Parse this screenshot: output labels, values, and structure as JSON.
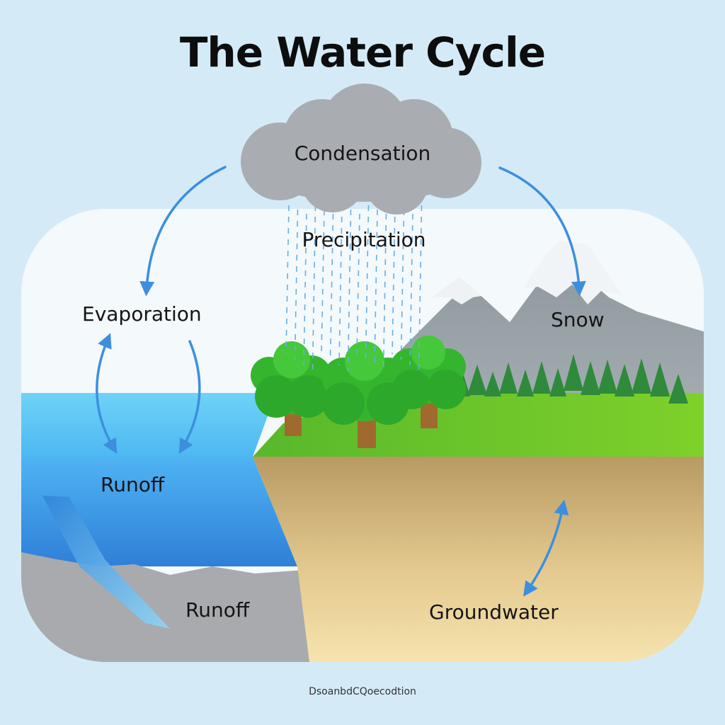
{
  "title": "The Water Cycle",
  "labels": {
    "condensation": "Condensation",
    "precipitation": "Precipitation",
    "evaporation": "Evaporation",
    "snow": "Snow",
    "runoff_upper": "Runoff",
    "runoff_lower": "Runoff",
    "groundwater": "Groundwater"
  },
  "footer": "Dsoanbd​CQoecodtion",
  "colors": {
    "background": "#d4ebf7",
    "sky": "#f4f9fc",
    "ocean": "#5dc8f4",
    "deep_water": "#3a9de6",
    "grass": "#6cc62a",
    "soil": "#c9ad78",
    "cloud": "#a9adb2",
    "mountain": "#9aa3a8",
    "arrow": "#3d8fde"
  },
  "icons": {
    "cloud": "cloud-icon",
    "rain": "rain-icon",
    "mountains": "mountain-icon",
    "trees": "tree-icon",
    "arrows": "arrow-icon"
  }
}
